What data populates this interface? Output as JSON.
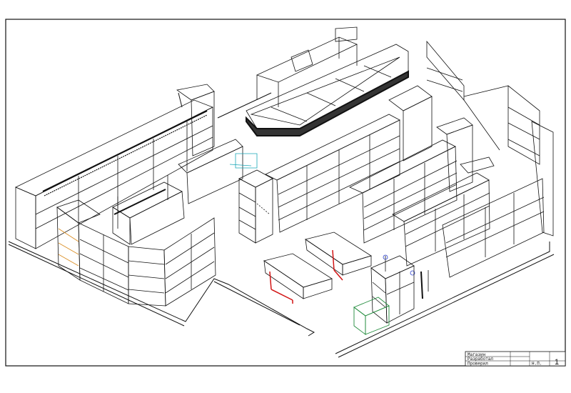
{
  "title_block": {
    "name_label": "Магазин",
    "developed_label": "Разработал",
    "checked_label": "Проверил",
    "initials": "Н.П.",
    "sheet_number": "1"
  },
  "colors": {
    "line": "#111111",
    "checkout_accent": "#d21414",
    "glass": "#1aa7b8",
    "green_stand": "#1f8a3a",
    "blue_item": "#2a3fd0"
  }
}
